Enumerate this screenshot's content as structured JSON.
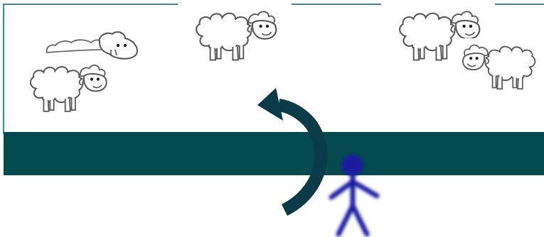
{
  "scene": {
    "colors": {
      "field_border": "#3f8a92",
      "barrier": "#044a4f",
      "arrow": "#0b3a48",
      "person": "#1a1aa0",
      "sheep_fill": "#ffffff",
      "sheep_outline": "#555555",
      "background": "#ffffff"
    },
    "sheep": [
      {
        "id": "sheep-1",
        "facing": "right",
        "style": "outline-only"
      },
      {
        "id": "sheep-2",
        "facing": "right",
        "style": "full"
      },
      {
        "id": "sheep-3",
        "facing": "right",
        "style": "full"
      },
      {
        "id": "sheep-4",
        "facing": "right",
        "style": "full"
      },
      {
        "id": "sheep-5",
        "facing": "left",
        "style": "partial"
      }
    ],
    "barrier": {
      "label": ""
    },
    "arrow": {
      "direction": "curving-up-over-barrier"
    },
    "person": {
      "style": "blurred-stick-figure"
    }
  }
}
